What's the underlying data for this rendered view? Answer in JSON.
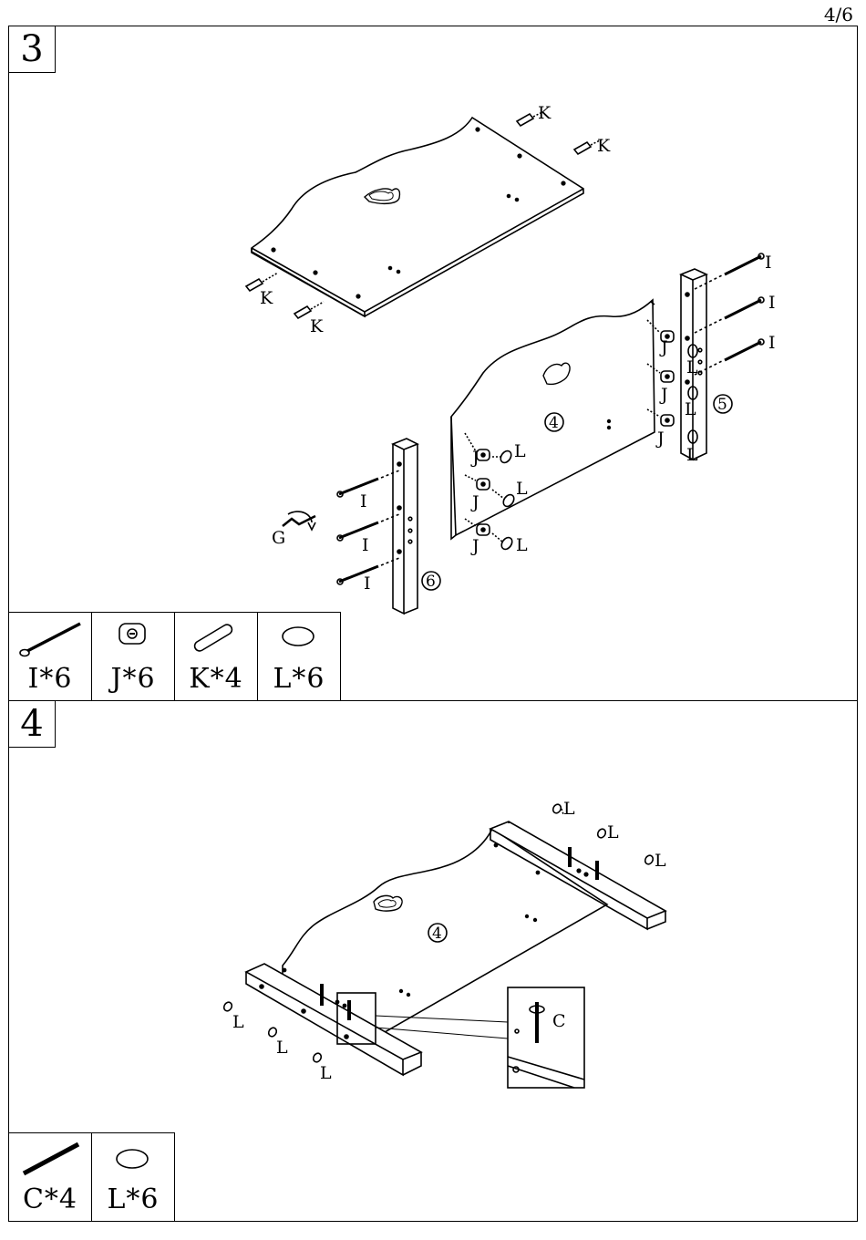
{
  "page_number": "4/6",
  "steps": [
    {
      "number": "3",
      "callouts": {
        "K": "K",
        "I": "I",
        "J": "J",
        "L": "L",
        "G": "G",
        "c4": "4",
        "c5": "5",
        "c6": "6"
      },
      "parts": [
        {
          "icon": "bolt-icon",
          "label": "I*6"
        },
        {
          "icon": "cam-lock-icon",
          "label": "J*6"
        },
        {
          "icon": "dowel-icon",
          "label": "K*4"
        },
        {
          "icon": "cap-icon",
          "label": "L*6"
        }
      ]
    },
    {
      "number": "4",
      "callouts": {
        "L": "L",
        "C": "C",
        "c4": "4"
      },
      "parts": [
        {
          "icon": "rod-icon",
          "label": "C*4"
        },
        {
          "icon": "cap-icon",
          "label": "L*6"
        }
      ]
    }
  ]
}
